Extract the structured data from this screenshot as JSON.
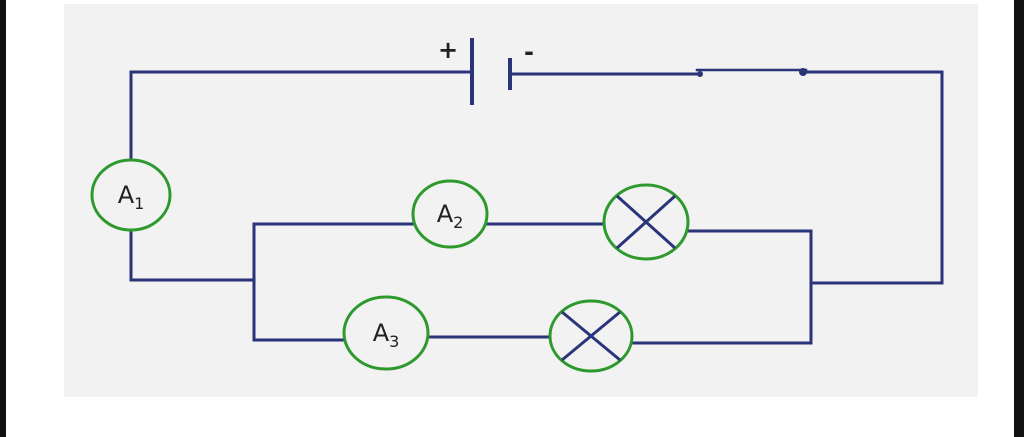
{
  "battery": {
    "positive_label": "+",
    "negative_label": "-"
  },
  "ammeters": [
    {
      "letter": "A",
      "subscript": "1"
    },
    {
      "letter": "A",
      "subscript": "2"
    },
    {
      "letter": "A",
      "subscript": "3"
    }
  ],
  "colors": {
    "wire": "#2a3478",
    "meter": "#2e9a2e",
    "background": "#f2f2f2"
  }
}
